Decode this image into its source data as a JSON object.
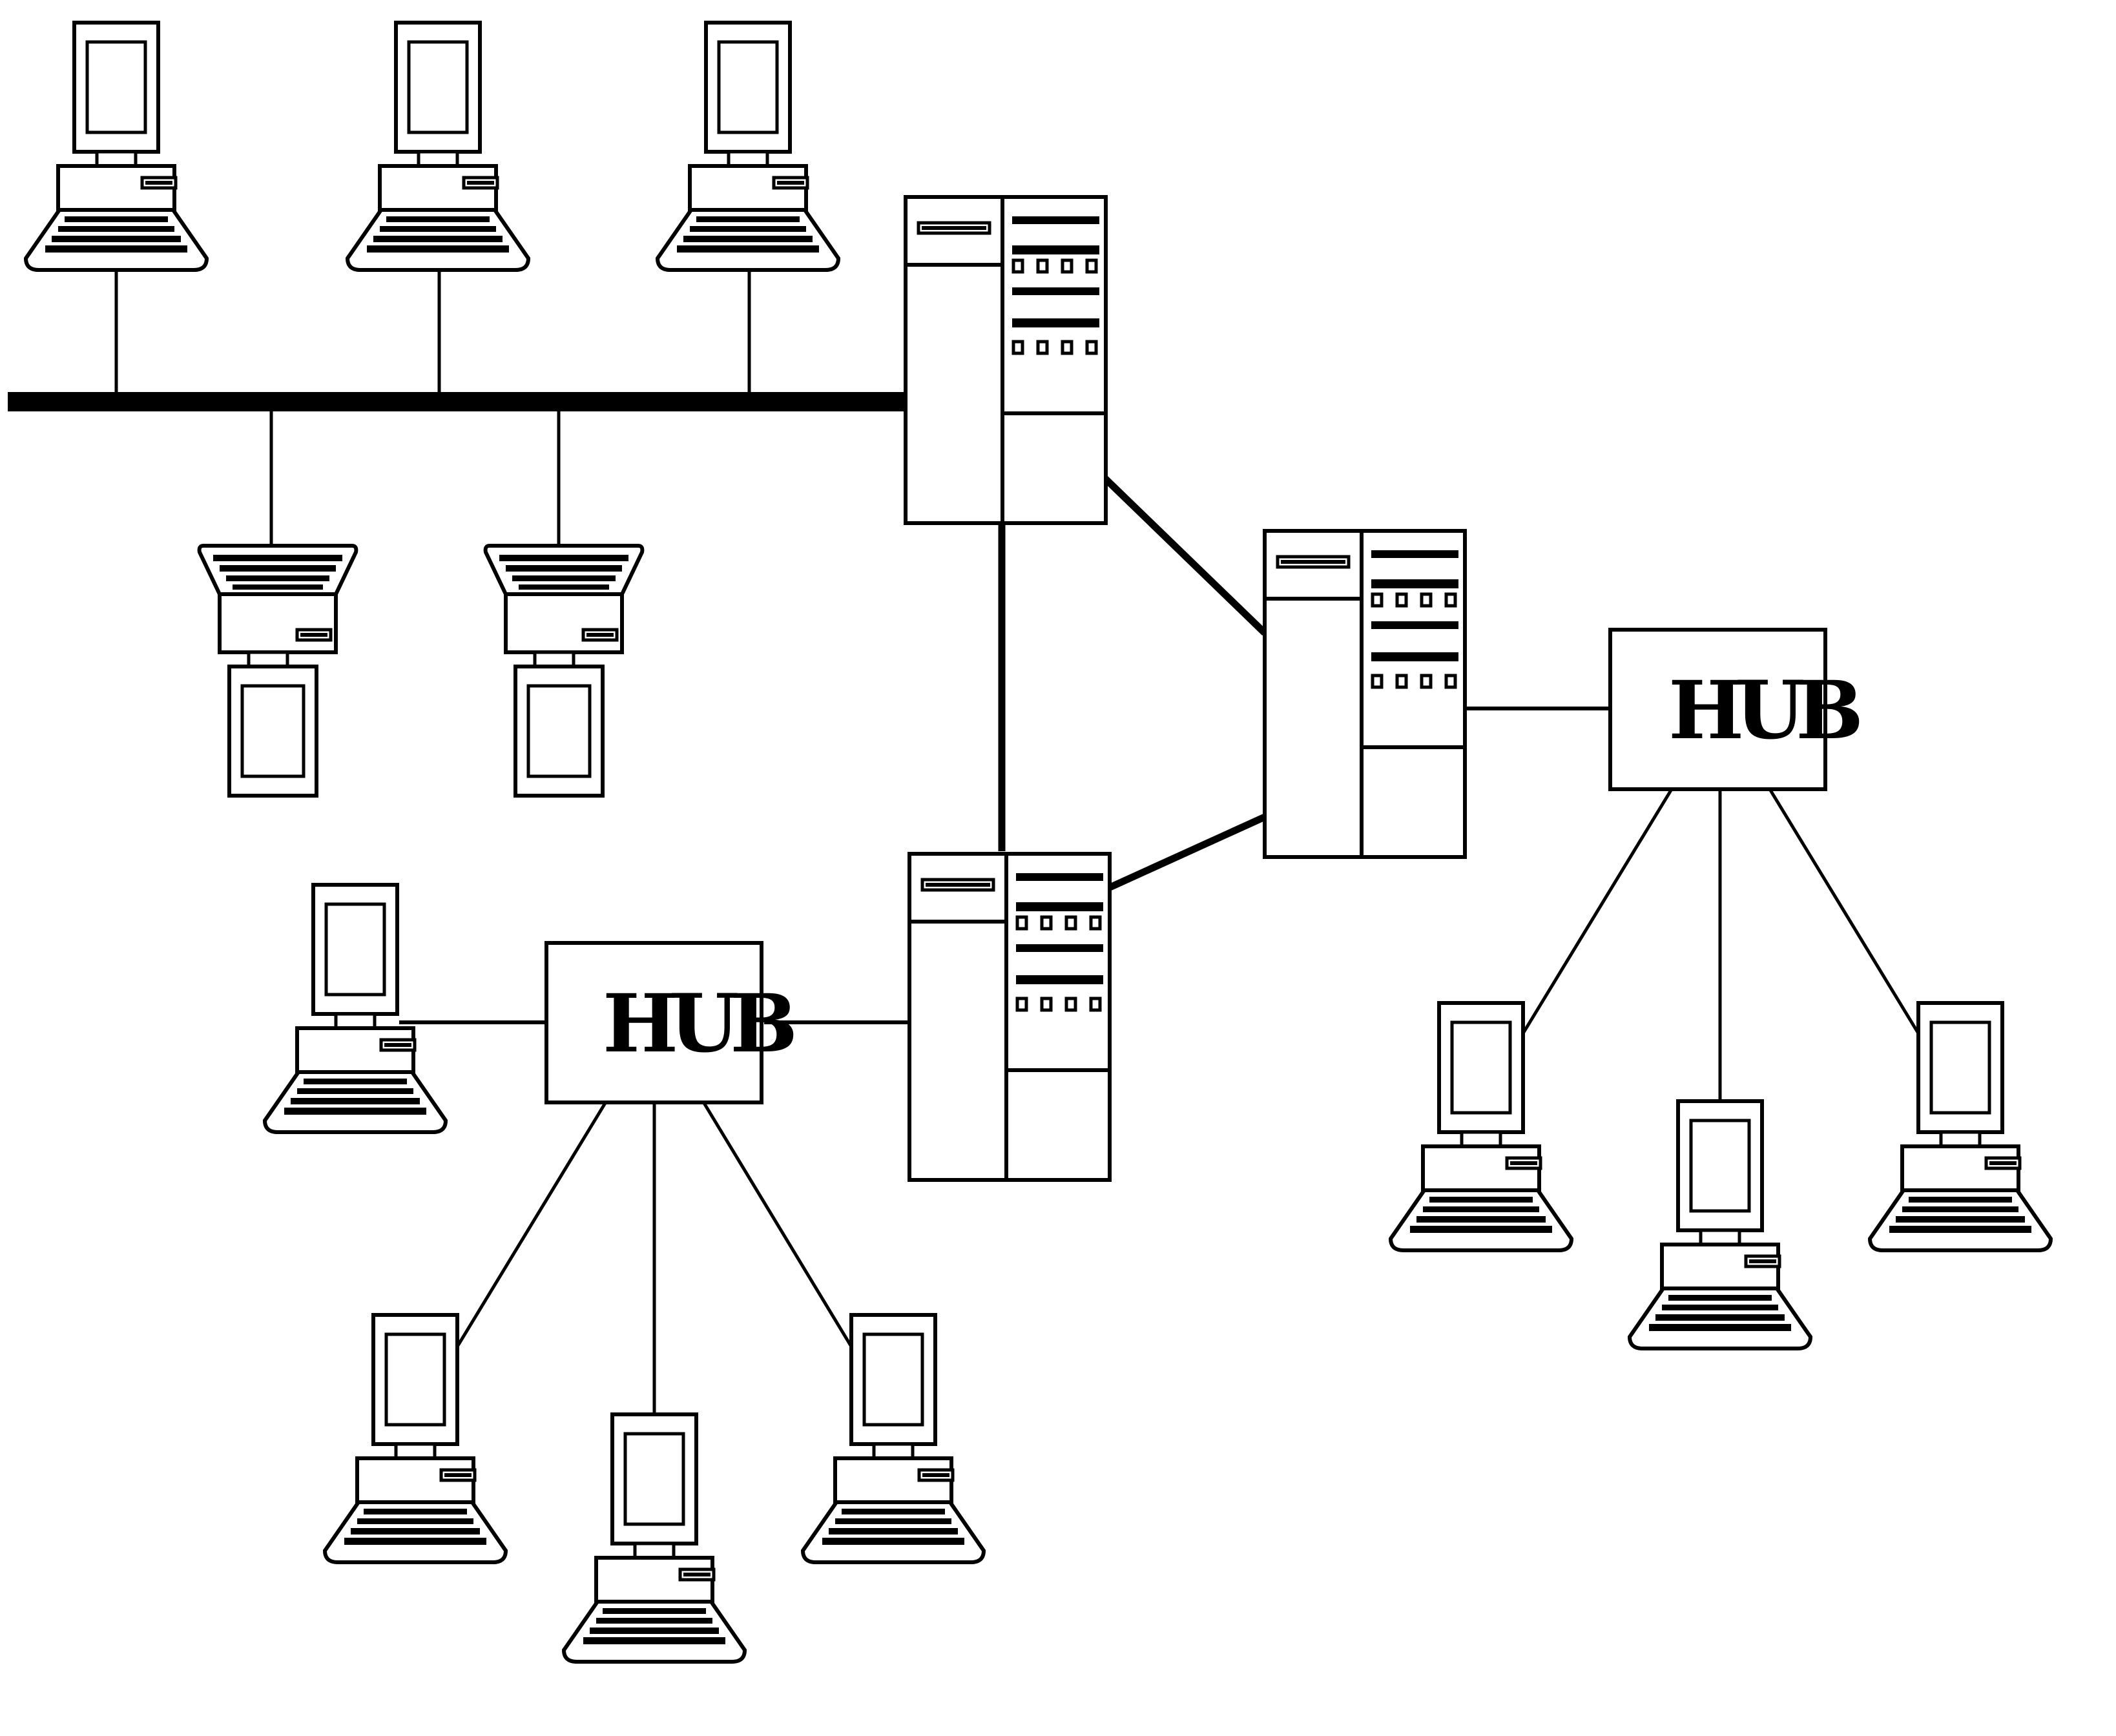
{
  "diagram": {
    "hubs": [
      {
        "id": "hub-left",
        "label": "HUB"
      },
      {
        "id": "hub-right",
        "label": "HUB"
      }
    ],
    "servers": [
      "server-top",
      "server-middle",
      "server-bottom"
    ],
    "bus": {
      "id": "backbone-bus",
      "workstations_count": 5
    },
    "colors": {
      "stroke": "#000000",
      "background": "#ffffff"
    },
    "icons": [
      "workstation-icon",
      "server-icon",
      "hub-icon"
    ]
  }
}
